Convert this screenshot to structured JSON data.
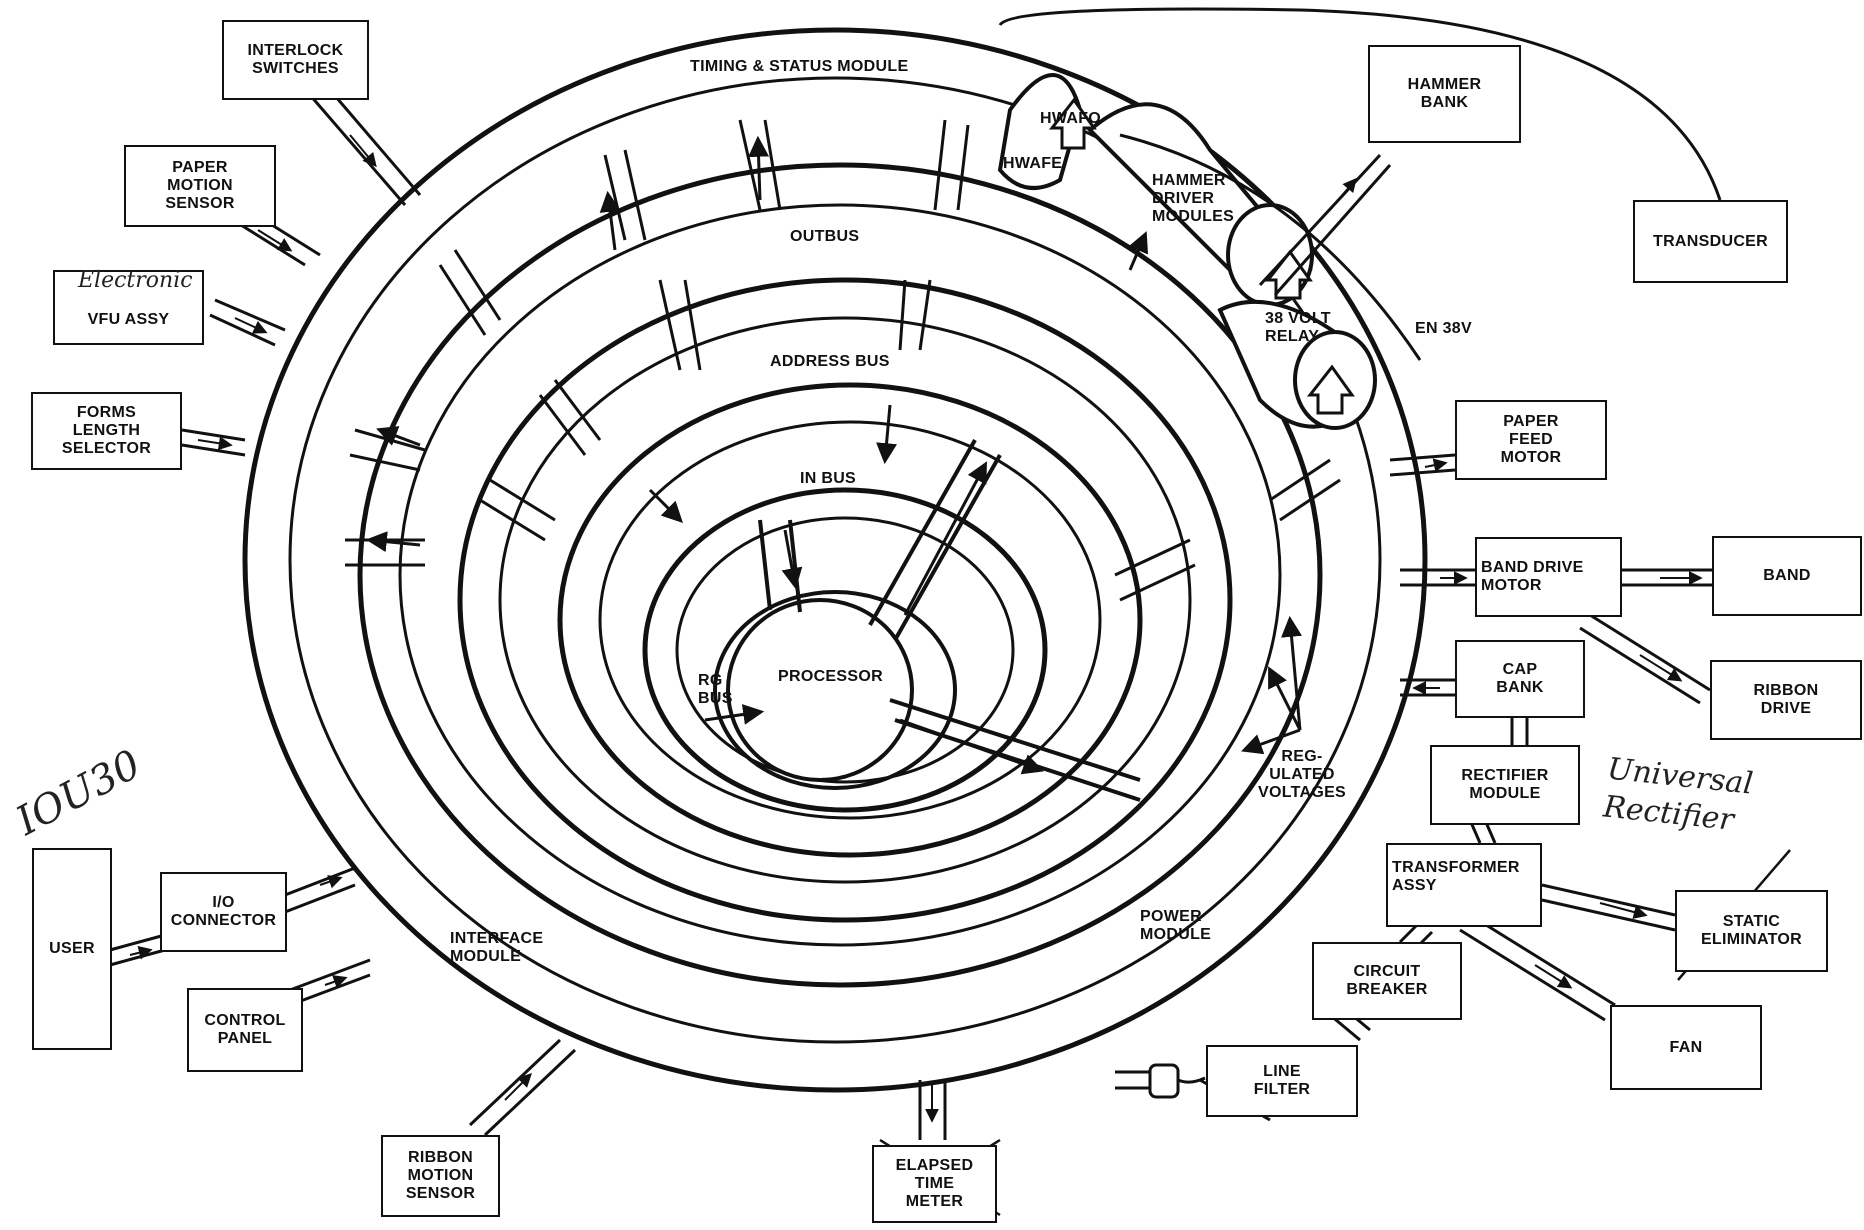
{
  "boxes": {
    "interlock": "INTERLOCK\nSWITCHES",
    "paper_motion": "PAPER\nMOTION\nSENSOR",
    "vfu": "VFU ASSY",
    "forms_length": "FORMS\nLENGTH\nSELECTOR",
    "user": "USER",
    "io_connector": "I/O\nCONNECTOR",
    "control_panel": "CONTROL\nPANEL",
    "ribbon_motion": "RIBBON\nMOTION\nSENSOR",
    "elapsed_time": "ELAPSED\nTIME\nMETER",
    "line_filter": "LINE\nFILTER",
    "circuit_breaker": "CIRCUIT\nBREAKER",
    "transformer": "TRANSFORMER\nASSY",
    "rectifier": "RECTIFIER\nMODULE",
    "cap_bank": "CAP\nBANK",
    "band_drive_motor": "BAND  DRIVE\nMOTOR",
    "band": "BAND",
    "ribbon_drive": "RIBBON\nDRIVE",
    "static_eliminator": "STATIC\nELIMINATOR",
    "fan": "FAN",
    "paper_feed_motor": "PAPER\nFEED\nMOTOR",
    "hammer_bank": "HAMMER\nBANK",
    "transducer": "TRANSDUCER"
  },
  "labels": {
    "timing_status": "TIMING & STATUS MODULE",
    "outbus": "OUTBUS",
    "address_bus": "ADDRESS BUS",
    "in_bus": "IN BUS",
    "rg_bus": "RG\nBUS",
    "processor": "PROCESSOR",
    "hwafo": "HWAFO",
    "hwafe": "HWAFE",
    "hammer_driver": "HAMMER\nDRIVER\nMODULES",
    "relay": "38 VOLT\nRELAY",
    "en38v": "EN 38V",
    "regulated": "REG-\nULATED\nVOLTAGES",
    "interface_module": "INTERFACE\nMODULE",
    "power_module": "POWER\nMODULE"
  },
  "handwriting": {
    "electronic": "Electronic",
    "user_code": "IOU30",
    "universal": "Universal\nRectifier"
  }
}
